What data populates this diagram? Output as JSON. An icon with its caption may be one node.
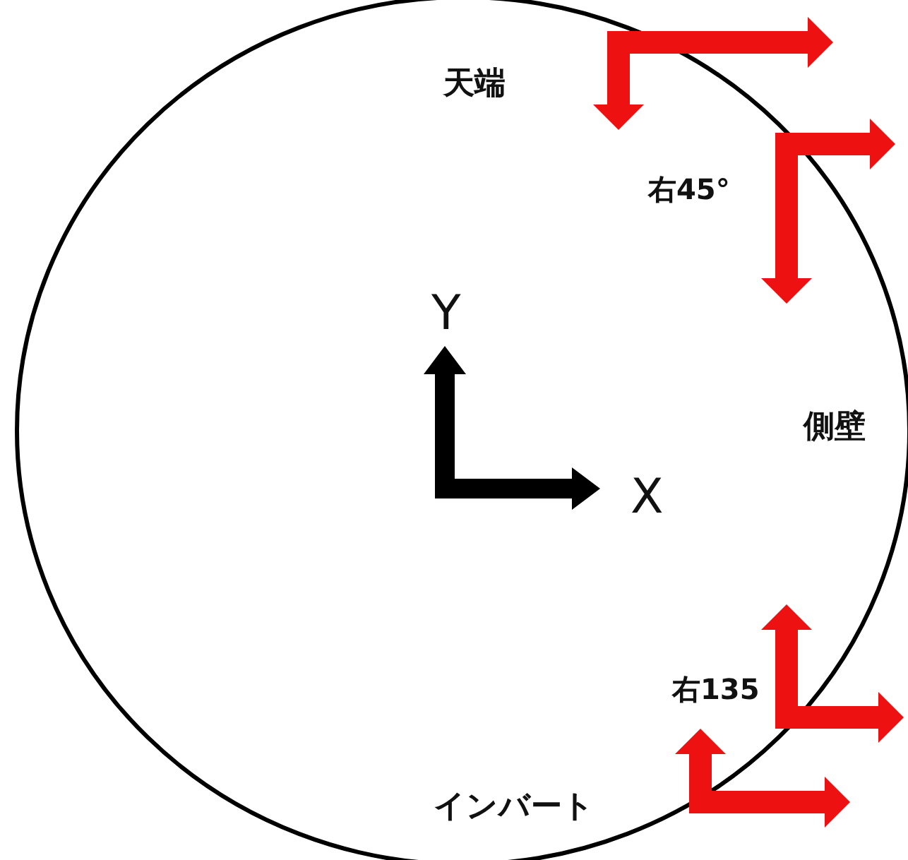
{
  "diagram": {
    "labels": [
      "天端",
      "右45°",
      "Y",
      "側壁",
      "X",
      "右135",
      "インバート"
    ]
  }
}
